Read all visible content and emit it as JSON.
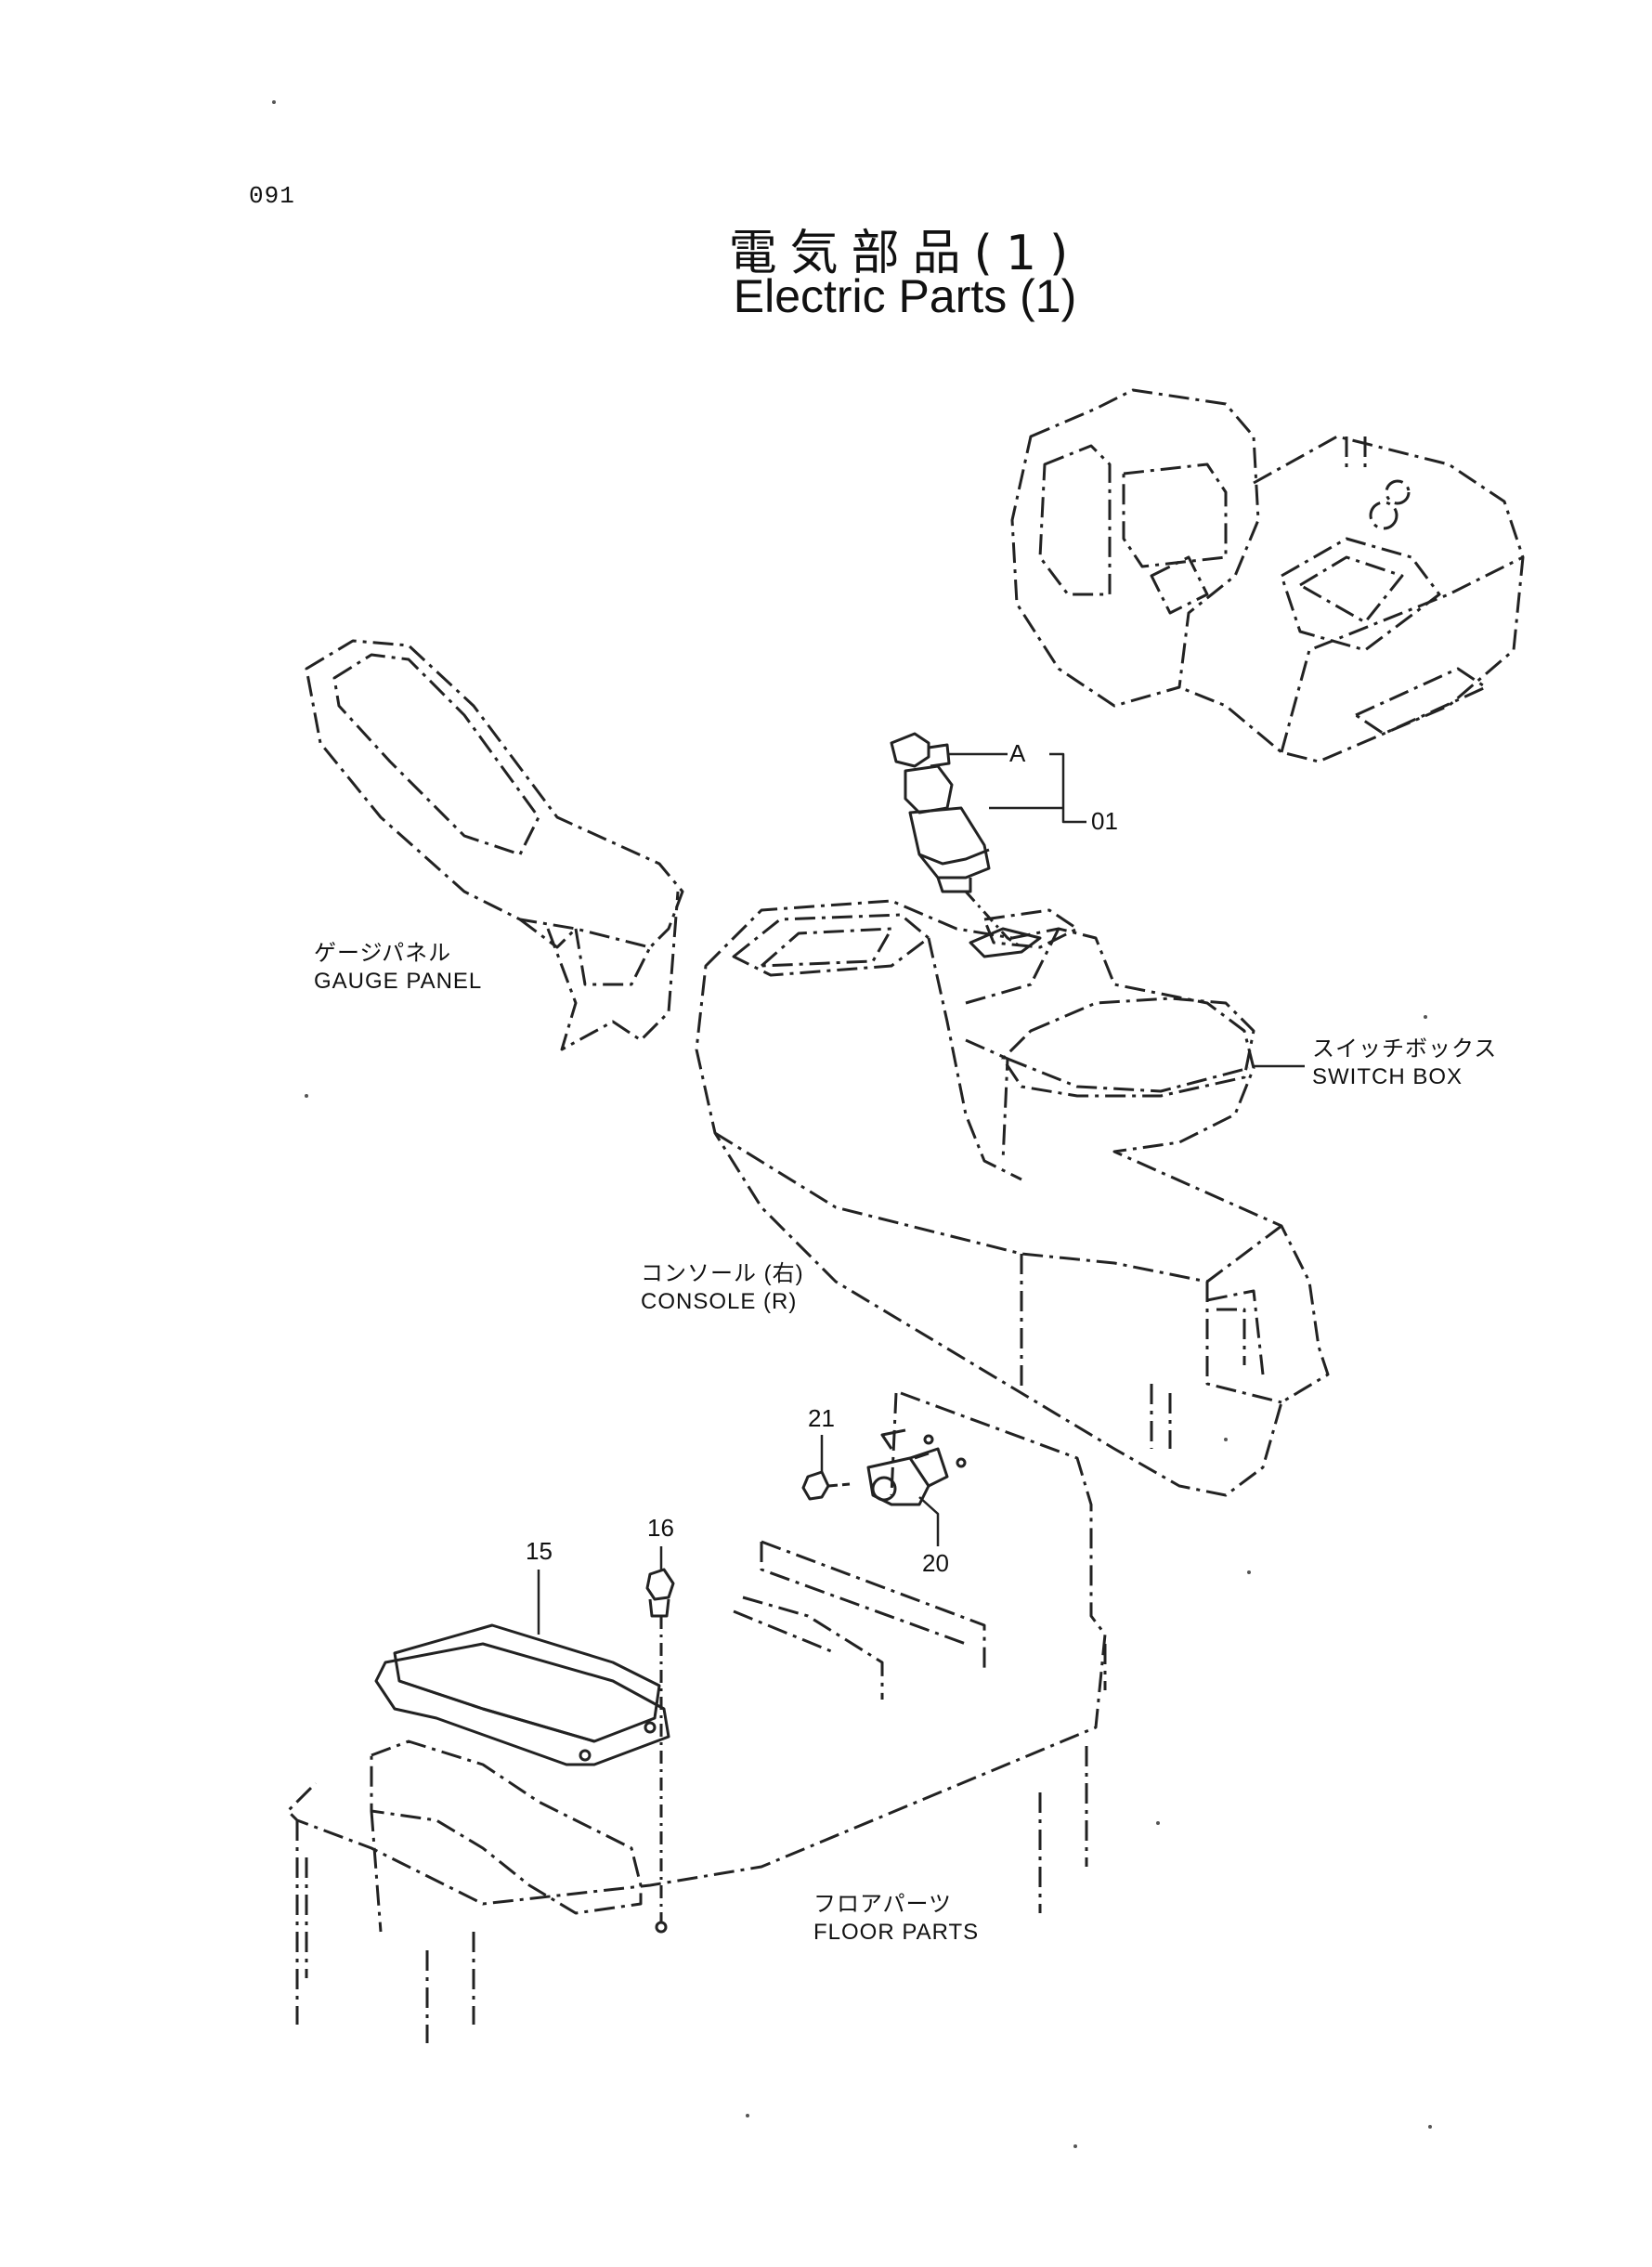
{
  "page_number": "091",
  "title": {
    "ja": "電気部品(1)",
    "en": "Electric Parts (1)"
  },
  "callouts": {
    "a": "A",
    "p01": "01",
    "p15": "15",
    "p16": "16",
    "p20": "20",
    "p21": "21"
  },
  "labels": {
    "gauge_panel": {
      "ja": "ゲージパネル",
      "en": "GAUGE PANEL"
    },
    "switch_box": {
      "ja": "スイッチボックス",
      "en": "SWITCH BOX"
    },
    "console_r": {
      "ja": "コンソール (右)",
      "en": "CONSOLE (R)"
    },
    "floor_parts": {
      "ja": "フロアパーツ",
      "en": "FLOOR PARTS"
    }
  }
}
